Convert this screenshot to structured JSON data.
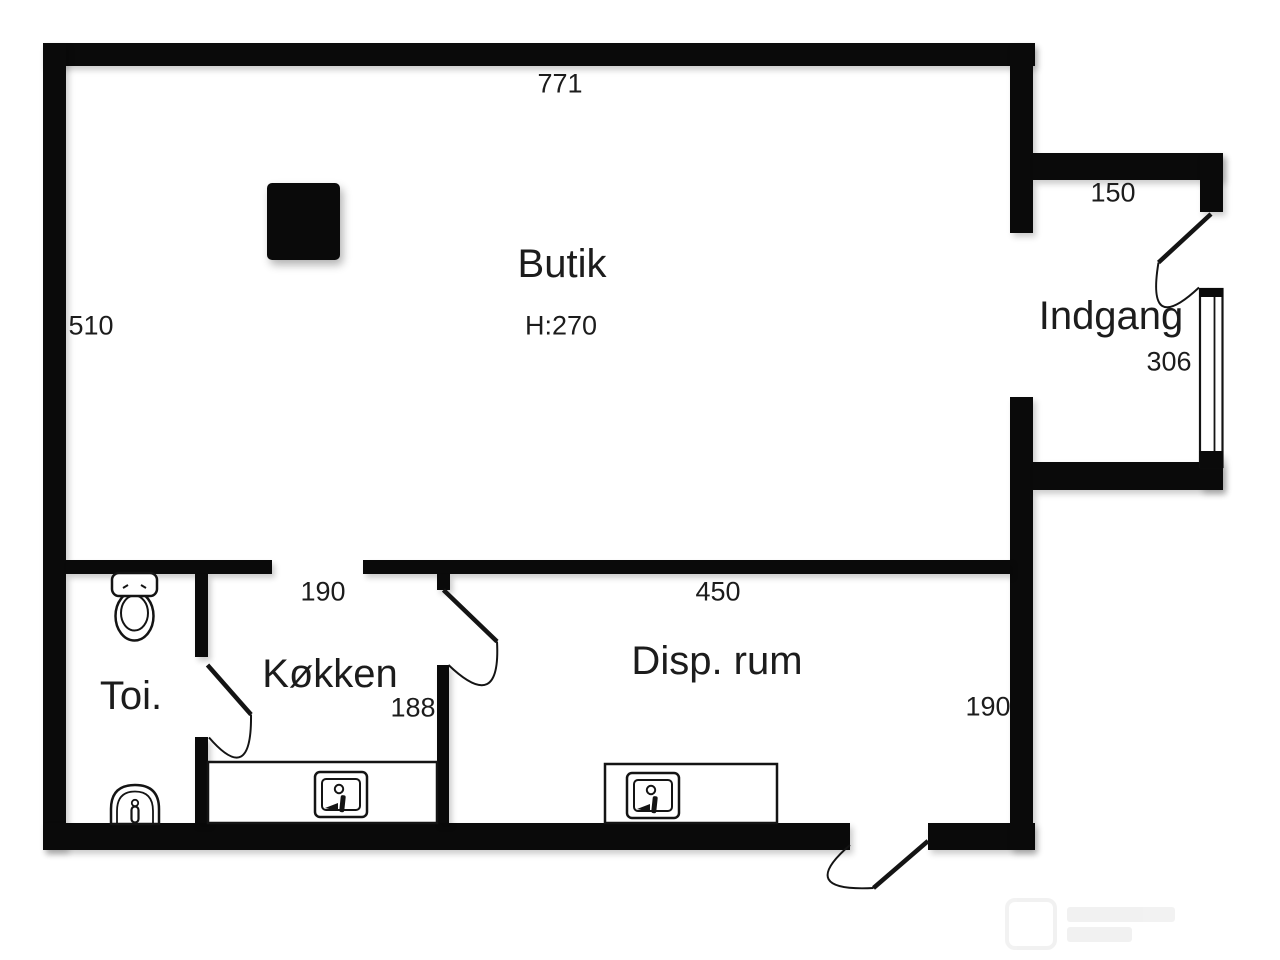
{
  "plan": {
    "rooms": {
      "butik": {
        "label": "Butik",
        "height_label": "H:270"
      },
      "indgang": {
        "label": "Indgang"
      },
      "toi": {
        "label": "Toi."
      },
      "kokken": {
        "label": "Køkken"
      },
      "disp": {
        "label": "Disp. rum"
      }
    },
    "dimensions": {
      "butik_width": "771",
      "butik_depth": "510",
      "niche_width": "150",
      "entrance_side": "306",
      "butik_kokken_opening": "190",
      "kokken_width": "188",
      "disp_width": "450",
      "disp_depth": "190"
    },
    "icons": {
      "toilet": "toilet-icon",
      "toi_sink": "washbasin-icon",
      "kokken_sink": "kitchen-sink-icon",
      "disp_sink": "kitchen-sink-icon"
    },
    "colors": {
      "wall": "#0a0a0a",
      "line": "#141414",
      "bg": "#ffffff",
      "text": "#1c1c1c"
    }
  }
}
